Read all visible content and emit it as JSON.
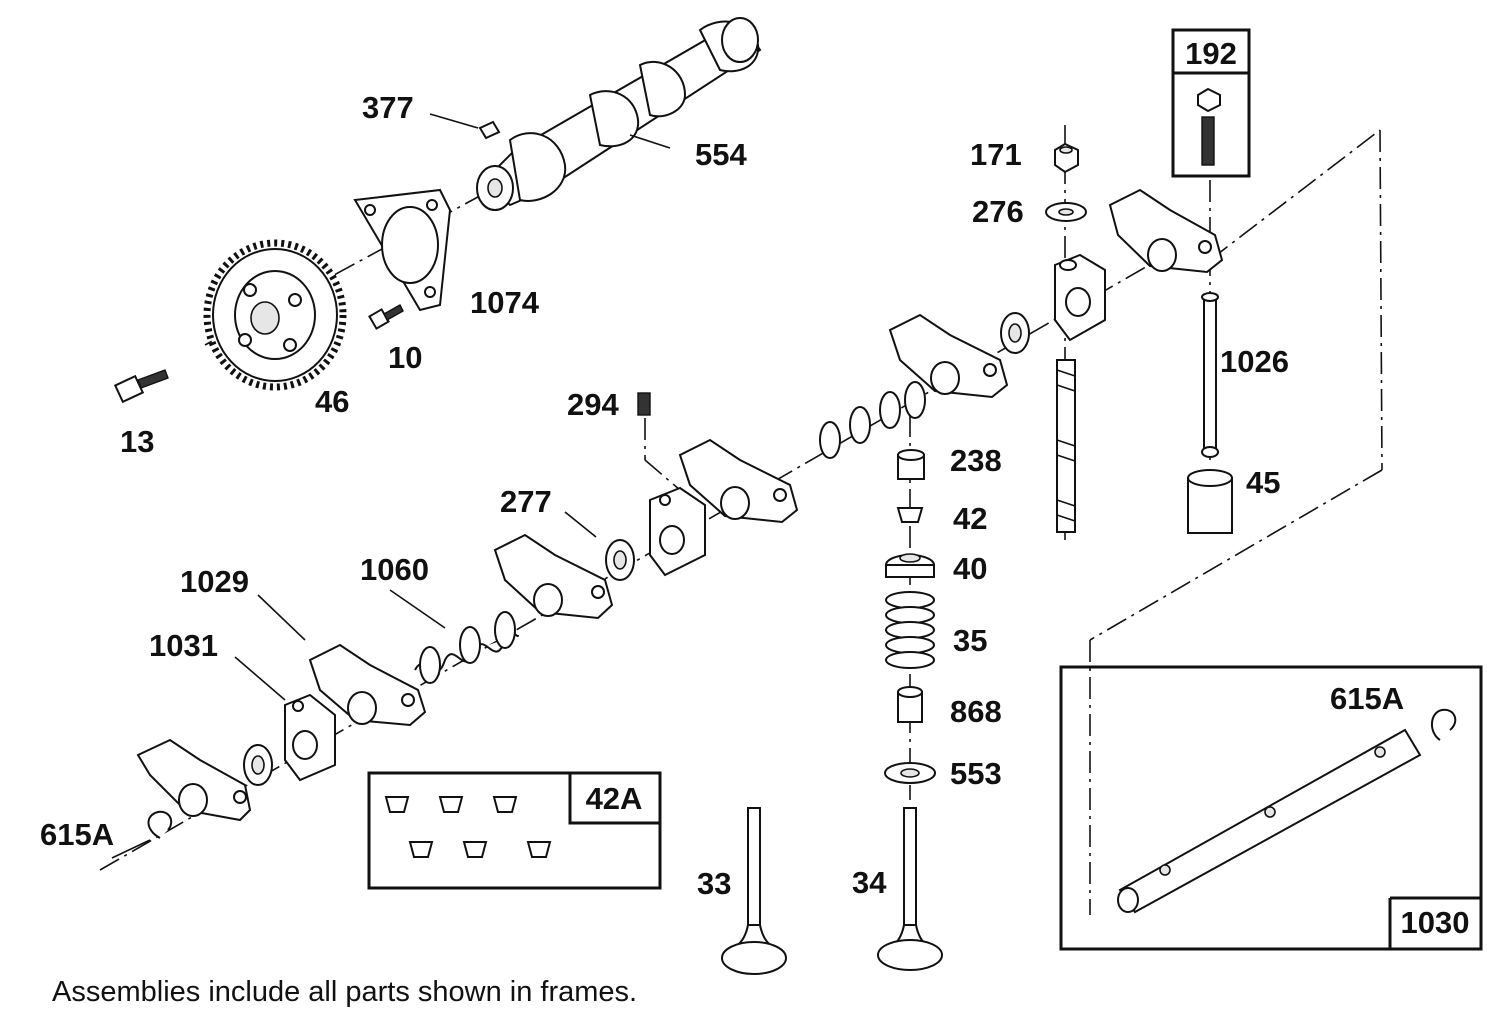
{
  "callouts": {
    "c377": "377",
    "c554": "554",
    "c1074": "1074",
    "c10": "10",
    "c46": "46",
    "c13": "13",
    "c294": "294",
    "c277": "277",
    "c1029": "1029",
    "c1060": "1060",
    "c1031": "1031",
    "c615a_left": "615A",
    "c33": "33",
    "c34": "34",
    "c238": "238",
    "c42": "42",
    "c40": "40",
    "c35": "35",
    "c868": "868",
    "c553": "553",
    "c171": "171",
    "c276": "276",
    "c1026": "1026",
    "c45": "45",
    "c615a_right": "615A"
  },
  "frames": {
    "f192": "192",
    "f42a": "42A",
    "f1030": "1030"
  },
  "footnote": "Assemblies include all parts shown in frames."
}
